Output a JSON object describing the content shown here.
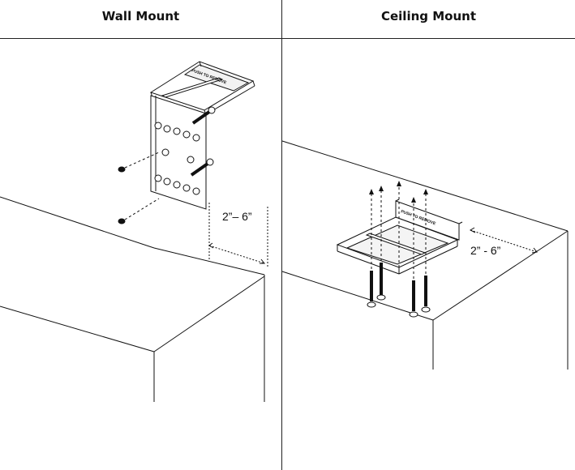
{
  "headers": {
    "wall_mount": "Wall Mount",
    "ceiling_mount": "Ceiling Mount"
  },
  "wall": {
    "dimension_label": "2”– 6”"
  },
  "ceiling": {
    "dimension_label": "2” - 6”"
  },
  "bracket_label": "PUSH TO REMOVE"
}
